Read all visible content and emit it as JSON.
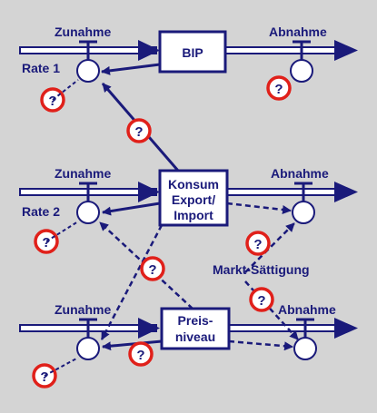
{
  "colors": {
    "background": "#d4d4d4",
    "ink": "#1a1a7a",
    "mark": "#e0201a",
    "fill": "#ffffff"
  },
  "stocks": [
    {
      "id": "bip",
      "label": "BIP"
    },
    {
      "id": "konsum",
      "lines": [
        "Konsum",
        "Export/",
        "Import"
      ]
    },
    {
      "id": "preis",
      "lines": [
        "Preis-",
        "niveau"
      ]
    }
  ],
  "labels": {
    "row1_in": "Zunahme",
    "row1_out": "Abnahme",
    "rate1": "Rate 1",
    "row2_in": "Zunahme",
    "row2_out": "Abnahme",
    "rate2": "Rate 2",
    "row3_in": "Zunahme",
    "row3_out": "Abnahme",
    "saettigung": "Markt-Sättigung"
  },
  "question_mark": "?"
}
